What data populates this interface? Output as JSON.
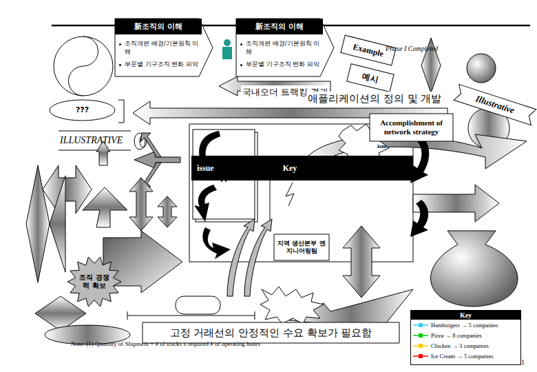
{
  "diagram": {
    "nodes": [
      {
        "text": [
          "新조직의 이해",
          "조직개편 배경/기본원칙 이해",
          "부문별 기구조직 변화 파악"
        ]
      },
      {
        "text": [
          "新조직의 이해",
          "조직개편 배경/기본원칙 이해",
          "부문별 기구조직 변화 파악"
        ]
      },
      {
        "text": [
          "Example"
        ]
      },
      {
        "text": [
          "예시"
        ]
      },
      {
        "text": [
          "???"
        ]
      },
      {
        "text": [
          "Illustrative"
        ]
      },
      {
        "text": [
          "Accomplishment of network strategy"
        ]
      },
      {
        "text": [
          "issue",
          "Key"
        ]
      },
      {
        "text": [
          "지역 생산본부 엔지니어링팀"
        ]
      },
      {
        "text": [
          "조직 경쟁력 확보"
        ]
      },
      {
        "text": [
          "고정 거래선의 안정적인 수요 확보가 필요함"
        ]
      }
    ],
    "labels": [
      "Phase I Completed",
      "국내오더 트랙킹 결과",
      "애플리케이션의 정의 및 개발",
      "ILLUSTRATIVE",
      "ism",
      "Note: (1) Quantity of Shipment = # of trucks x required # of operating hours",
      "Key",
      "1"
    ],
    "legend": [
      {
        "text": "Hamburgers → 5 companies",
        "color": "#33ccff"
      },
      {
        "text": "Pizza → 8 companies",
        "color": "#00cc00"
      },
      {
        "text": "Chicken → 3 companies",
        "color": "#ffcc00"
      },
      {
        "text": "Ice Cream → 5 companies",
        "color": "#ff0000"
      }
    ]
  }
}
